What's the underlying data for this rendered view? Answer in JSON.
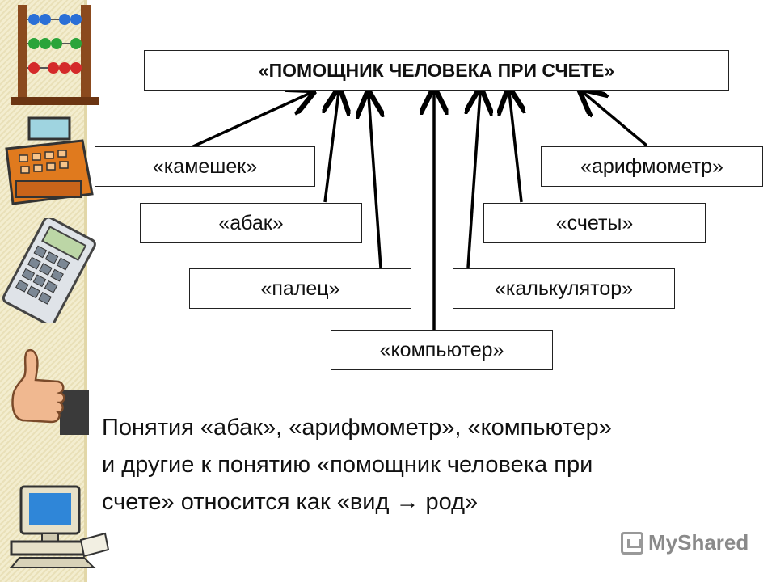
{
  "diagram": {
    "root": "«ПОМОЩНИК ЧЕЛОВЕКА ПРИ СЧЕТЕ»",
    "nodes": {
      "kameshek": "«камешек»",
      "arifmometr": "«арифмометр»",
      "abak": "«абак»",
      "schety": "«счеты»",
      "palets": "«палец»",
      "kalkulyator": "«калькулятор»",
      "kompyuter": "«компьютер»"
    }
  },
  "caption": {
    "line1": "Понятия «абак», «арифмометр», «компьютер»",
    "line2": "и другие к понятию «помощник человека при",
    "line3": "счете» относится как «вид  →  род»"
  },
  "watermark": "MyShared",
  "icons": [
    "abacus-icon",
    "cash-register-icon",
    "calculator-icon",
    "thumbs-up-icon",
    "computer-icon"
  ]
}
